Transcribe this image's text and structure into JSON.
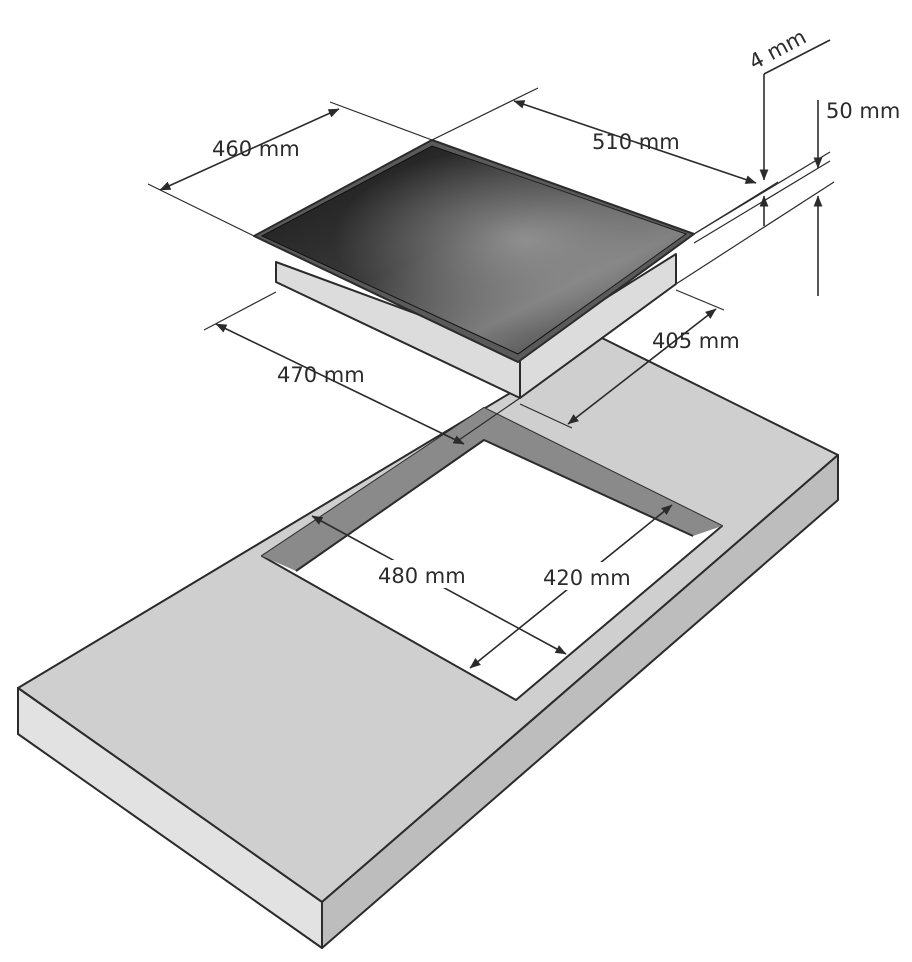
{
  "dimensions": {
    "hob_depth": "460 mm",
    "hob_width": "510 mm",
    "glass_thickness": "4 mm",
    "hob_height": "50 mm",
    "body_width": "470 mm",
    "body_depth": "405 mm",
    "cutout_width": "480 mm",
    "cutout_depth": "420 mm"
  },
  "colors": {
    "countertop_top": "#cfcfcf",
    "countertop_front": "#e2e2e2",
    "countertop_side": "#bdbdbd",
    "cutout_hole": "#ffffff",
    "cutout_wall": "#8a8a8a",
    "hob_frame": "#5a5a5a",
    "hob_body": "#dcdcdc",
    "lines": "#2b2b2b"
  }
}
